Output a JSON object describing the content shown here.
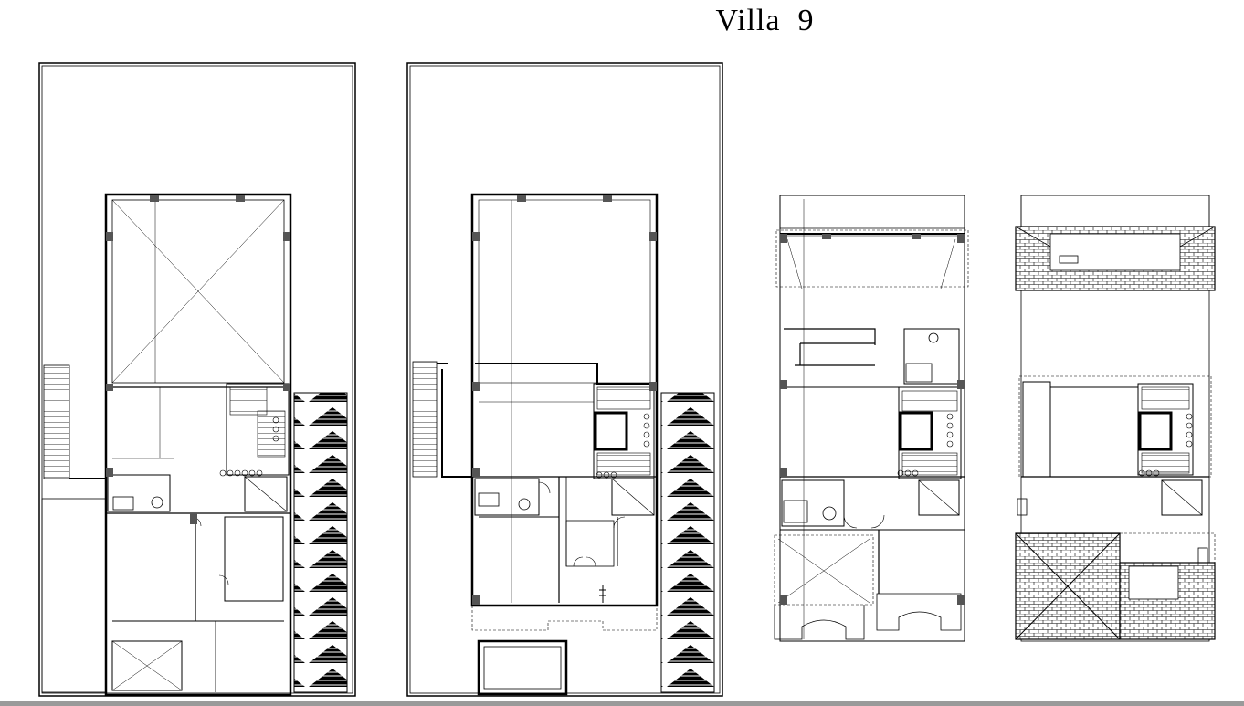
{
  "title": "Villa  9",
  "plans": [
    {
      "id": "ground-floor-plan"
    },
    {
      "id": "first-floor-plan"
    },
    {
      "id": "second-floor-plan"
    },
    {
      "id": "roof-plan"
    }
  ]
}
